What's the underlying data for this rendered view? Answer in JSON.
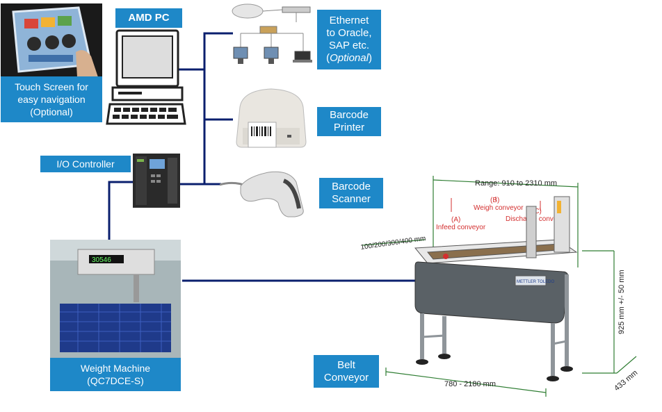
{
  "labels": {
    "touch_screen": [
      "Touch Screen for",
      "easy navigation",
      "(Optional)"
    ],
    "amd_pc": "AMD PC",
    "ethernet": {
      "line1": "Ethernet",
      "line2": "to Oracle,",
      "line3": "SAP etc.",
      "line4": "Optional"
    },
    "barcode_printer": [
      "Barcode",
      "Printer"
    ],
    "io_controller": "I/O Controller",
    "barcode_scanner": [
      "Barcode",
      "Scanner"
    ],
    "weight_machine": [
      "Weight Machine",
      "(QC7DCE-S)"
    ],
    "belt_conveyor": [
      "Belt",
      "Conveyor"
    ]
  },
  "conveyor": {
    "range": "Range:  910 to 2310 mm",
    "width_options": "100/200/300/400 mm",
    "infeed": {
      "tag": "(A)",
      "name": "Infeed conveyor"
    },
    "weigh": {
      "tag": "(B)",
      "name": "Weigh conveyor"
    },
    "discharge": {
      "tag": "(C)",
      "name": "Discharge conveyor"
    },
    "height": "925 mm +/- 50 mm",
    "length": "780 - 2180 mm",
    "depth": "433 mm",
    "brand": "METTLER TOLEDO"
  },
  "colors": {
    "label_bg": "#1e88c8",
    "line": "#0a1f6e",
    "dim": "#2e7d32",
    "callout": "#d32f2f"
  }
}
